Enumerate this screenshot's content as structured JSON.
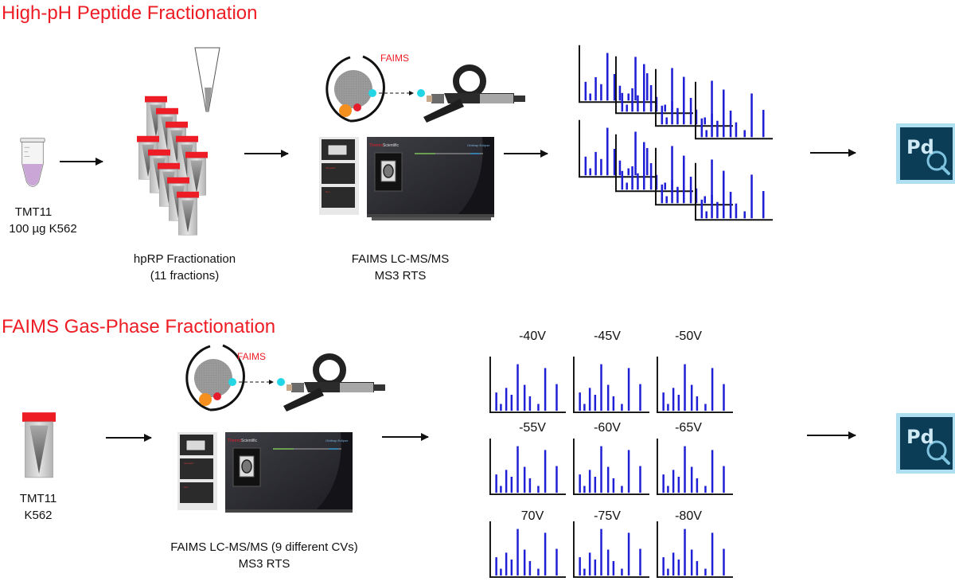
{
  "sections": [
    {
      "title": "High-pH Peptide Fractionation",
      "sample_label_line1": "TMT11",
      "sample_label_line2": "100 µg K562",
      "fractionation_line1": "hpRP Fractionation",
      "fractionation_line2": "(11 fractions)",
      "faims_label": "FAIMS",
      "ms_caption_line1": "FAIMS LC-MS/MS",
      "ms_caption_line2": "MS3 RTS",
      "software_logo": "Pd"
    },
    {
      "title": "FAIMS Gas-Phase Fractionation",
      "sample_label_line1": "TMT11",
      "sample_label_line2": "K562",
      "faims_label": "FAIMS",
      "ms_caption_line1": "FAIMS LC-MS/MS (9 different CVs)",
      "ms_caption_line2": "MS3 RTS",
      "software_logo": "Pd",
      "cv_labels": [
        "-40V",
        "-45V",
        "-50V",
        "-55V",
        "-60V",
        "-65V",
        "70V",
        "-75V",
        "-80V"
      ]
    }
  ],
  "instrument_text": {
    "brand_red": "Thermo",
    "brand_white": "Scientific",
    "model": "Orbitrap Eclipse",
    "panel_line1": "Vanquish",
    "panel_line2": "Neo"
  },
  "colors": {
    "title": "#ee1c25",
    "spectrum_bar": "#1f1fd6",
    "tube_cap": "#ee1c25",
    "pd_logo_bg": "#0b3d57",
    "pd_logo_frame": "#aee0f2",
    "faims_ion": "#22d6e6",
    "faims_orange": "#f5901e"
  },
  "icons": [
    "arrow-icon",
    "pd-logo-icon",
    "ms-instrument-icon",
    "faims-device-icon",
    "pipette-tip-icon",
    "eppendorf-tube-icon",
    "fraction-tube-icon",
    "spectrum-icon"
  ]
}
